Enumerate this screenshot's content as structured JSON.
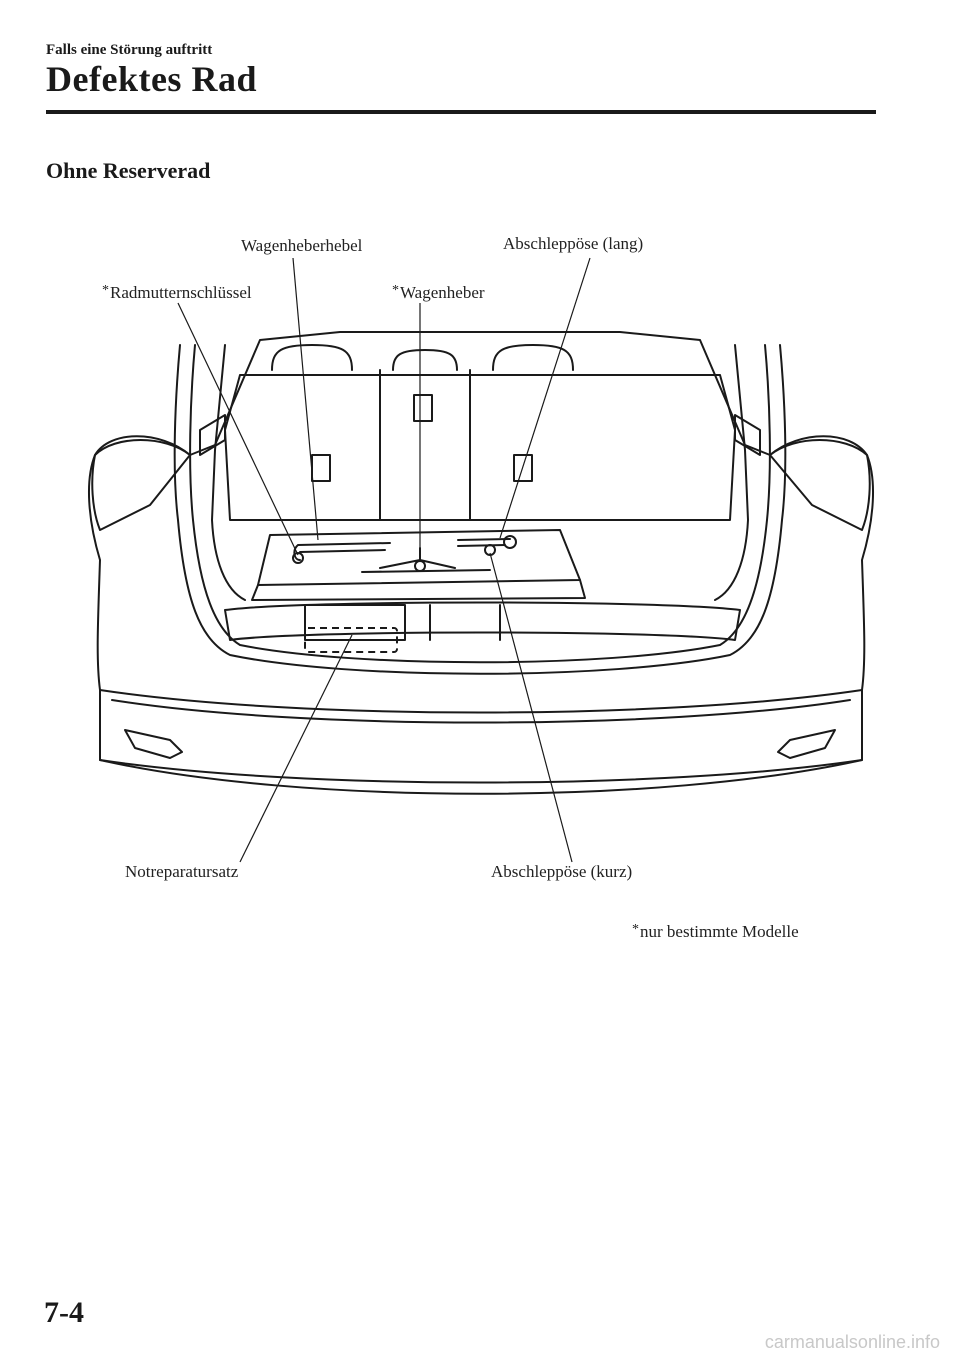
{
  "header": {
    "breadcrumb": "Falls eine Störung auftritt",
    "title": "Defektes Rad"
  },
  "section": {
    "heading": "Ohne Reserverad"
  },
  "figure": {
    "labels": {
      "wagenheberhebel": "Wagenheberhebel",
      "abschleppoese_lang": "Abschleppöse (lang)",
      "radmutternschluessel": "Radmutternschlüssel",
      "wagenheber": "Wagenheber",
      "notreparatursatz": "Notreparatursatz",
      "abschleppoese_kurz": "Abschleppöse (kurz)"
    },
    "asterisk": "*"
  },
  "footnote": {
    "text": "nur bestimmte Modelle"
  },
  "footer": {
    "page_number": "7-4",
    "watermark": "carmanualsonline.info"
  }
}
